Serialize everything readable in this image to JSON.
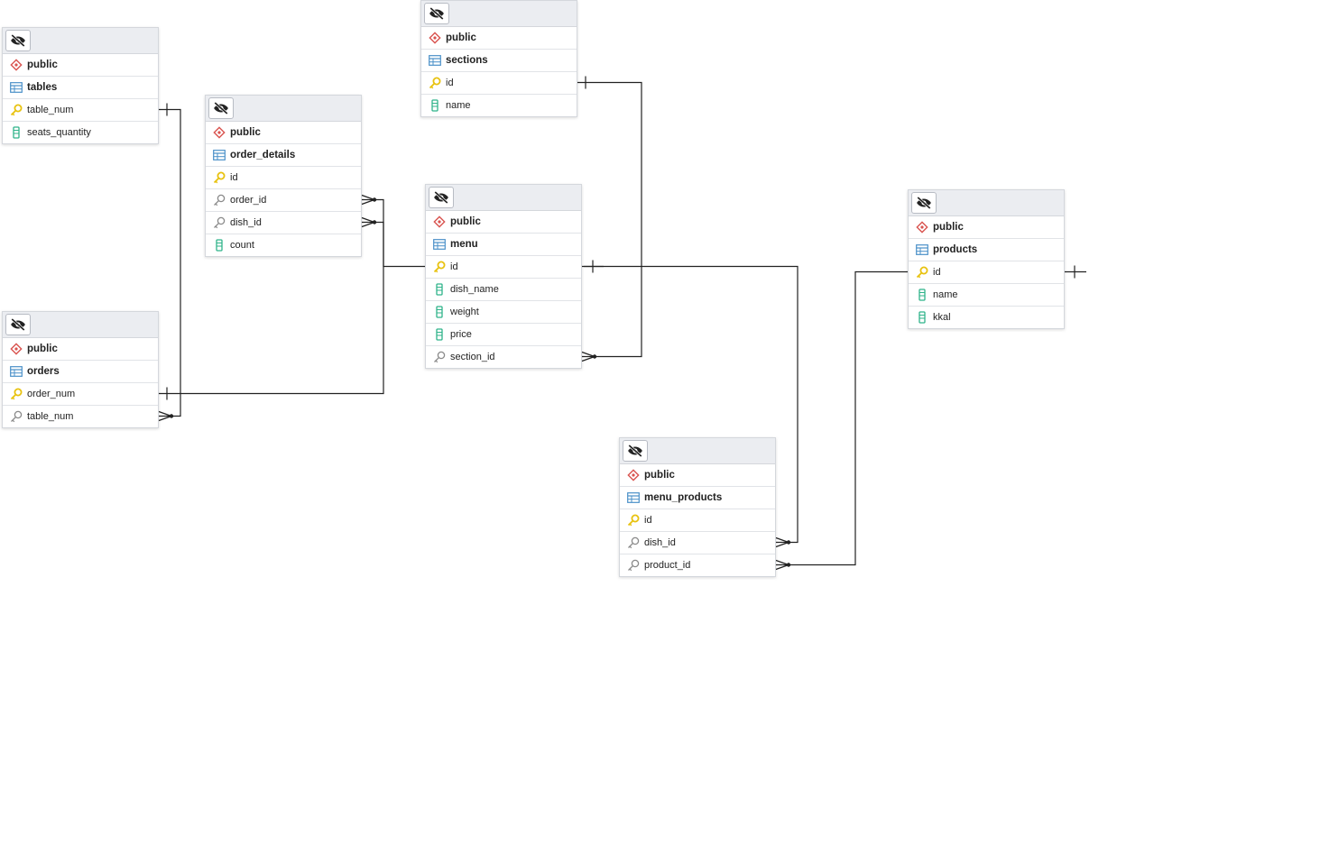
{
  "tables": [
    {
      "id": "tables",
      "schema": "public",
      "name": "tables",
      "columns": [
        {
          "name": "table_num",
          "kind": "pk"
        },
        {
          "name": "seats_quantity",
          "kind": "col"
        }
      ]
    },
    {
      "id": "order_details",
      "schema": "public",
      "name": "order_details",
      "columns": [
        {
          "name": "id",
          "kind": "pk"
        },
        {
          "name": "order_id",
          "kind": "fk"
        },
        {
          "name": "dish_id",
          "kind": "fk"
        },
        {
          "name": "count",
          "kind": "col"
        }
      ]
    },
    {
      "id": "sections",
      "schema": "public",
      "name": "sections",
      "columns": [
        {
          "name": "id",
          "kind": "pk"
        },
        {
          "name": "name",
          "kind": "col"
        }
      ]
    },
    {
      "id": "menu",
      "schema": "public",
      "name": "menu",
      "columns": [
        {
          "name": "id",
          "kind": "pk"
        },
        {
          "name": "dish_name",
          "kind": "col"
        },
        {
          "name": "weight",
          "kind": "col"
        },
        {
          "name": "price",
          "kind": "col"
        },
        {
          "name": "section_id",
          "kind": "fk"
        }
      ]
    },
    {
      "id": "products",
      "schema": "public",
      "name": "products",
      "columns": [
        {
          "name": "id",
          "kind": "pk"
        },
        {
          "name": "name",
          "kind": "col"
        },
        {
          "name": "kkal",
          "kind": "col"
        }
      ]
    },
    {
      "id": "orders",
      "schema": "public",
      "name": "orders",
      "columns": [
        {
          "name": "order_num",
          "kind": "pk"
        },
        {
          "name": "table_num",
          "kind": "fk"
        }
      ]
    },
    {
      "id": "menu_products",
      "schema": "public",
      "name": "menu_products",
      "columns": [
        {
          "name": "id",
          "kind": "pk"
        },
        {
          "name": "dish_id",
          "kind": "fk"
        },
        {
          "name": "product_id",
          "kind": "fk"
        }
      ]
    }
  ],
  "relations": [
    {
      "from": "orders.table_num",
      "to": "tables.table_num"
    },
    {
      "from": "order_details.order_id",
      "to": "orders.order_num"
    },
    {
      "from": "order_details.dish_id",
      "to": "menu.id"
    },
    {
      "from": "menu.section_id",
      "to": "sections.id"
    },
    {
      "from": "menu_products.dish_id",
      "to": "menu.id"
    },
    {
      "from": "menu_products.product_id",
      "to": "products.id"
    }
  ],
  "colors": {
    "header_bg": "#ebedf1",
    "border": "#d4d7dc",
    "line": "#222222",
    "pk_key": "#e8c20f",
    "fk_key": "#8a8a8a",
    "schema_icon": "#d9534f",
    "table_icon": "#4a90c8",
    "column_icon": "#2fb38a"
  },
  "icons": {
    "hide": "eye-slash-icon",
    "schema": "schema-icon",
    "table": "table-icon",
    "primary_key": "primary-key-icon",
    "foreign_key": "foreign-key-icon",
    "column": "column-icon"
  }
}
